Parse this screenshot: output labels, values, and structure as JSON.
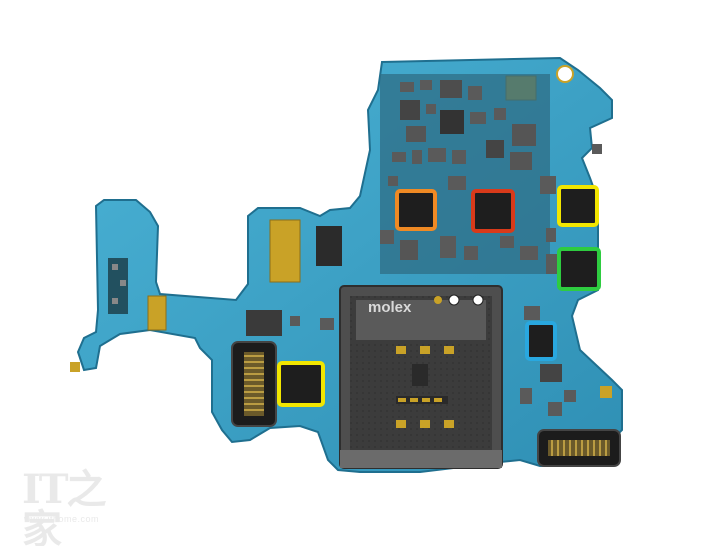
{
  "image": {
    "subject": "smartphone-sub-pcb",
    "connector_label": "molex",
    "watermark": {
      "logo": "IT之家",
      "url": "www.ithome.com"
    }
  },
  "highlight_colors": {
    "orange": "#f08a24",
    "red": "#d93a1a",
    "yellow": "#f2e600",
    "green": "#2ecc40",
    "blue": "#29a8e0"
  },
  "board_colors": {
    "pcb": "#3a9ec2",
    "pcb_dark": "#2a7fa3",
    "gold": "#c9a227",
    "chip": "#2a2a2a",
    "shield": "#4a4a4a"
  }
}
